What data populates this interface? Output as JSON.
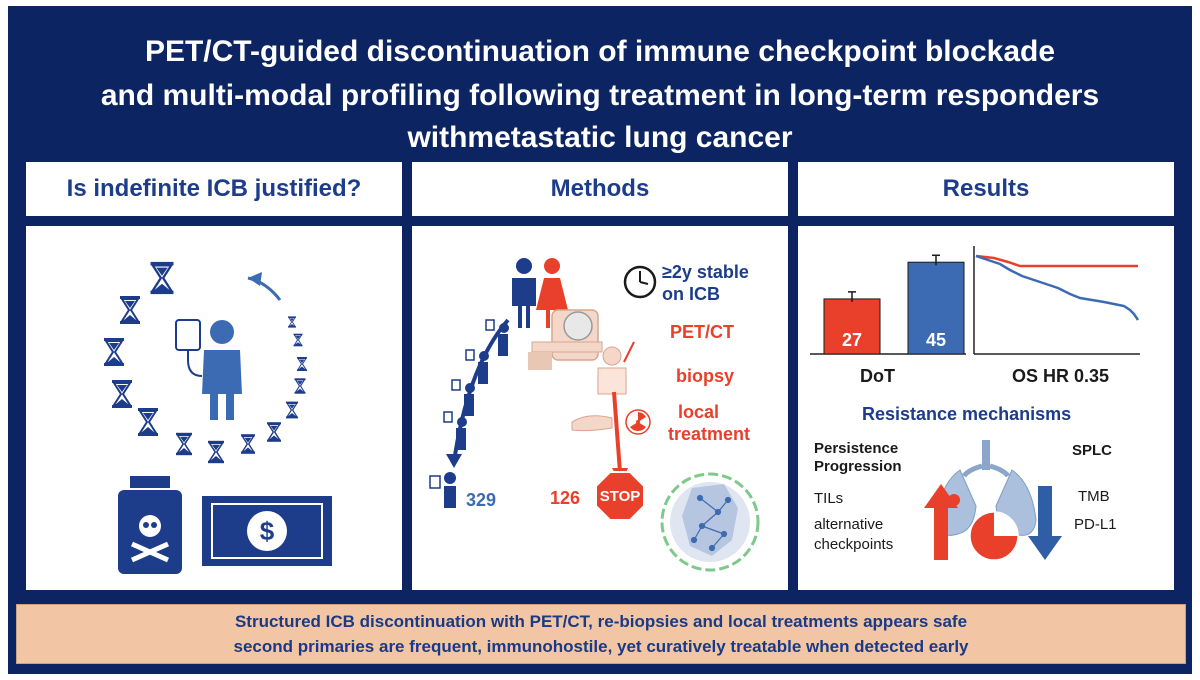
{
  "title": {
    "line1": "PET/CT-guided discontinuation of immune checkpoint blockade",
    "line2": "and multi-modal profiling following treatment in long-term responders",
    "line3": "withmetastatic lung cancer"
  },
  "panels": {
    "left": {
      "header": "Is indefinite ICB justified?"
    },
    "methods": {
      "header": "Methods",
      "stable_line1": "≥2y stable",
      "stable_line2": "on ICB",
      "step_petct": "PET/CT",
      "step_biopsy": "biopsy",
      "step_local1": "local",
      "step_local2": "treatment",
      "count_total": "329",
      "count_stop": "126",
      "stop_sign": "STOP"
    },
    "results": {
      "header": "Results",
      "dot_label": "DoT",
      "os_label": "OS HR 0.35",
      "resistance_title": "Resistance mechanisms",
      "persistence": "Persistence",
      "progression": "Progression",
      "tils": "TILs",
      "alternative": "alternative",
      "checkpoints": "checkpoints",
      "splc": "SPLC",
      "tmb": "TMB",
      "pdl1": "PD-L1"
    }
  },
  "chart_data": {
    "type": "bar",
    "categories": [
      "",
      ""
    ],
    "values": [
      27,
      45
    ],
    "xlabel": "DoT",
    "ylim": [
      0,
      50
    ],
    "colors": [
      "#e8402a",
      "#3d6bb3"
    ]
  },
  "footer": {
    "line1": "Structured ICB discontinuation with PET/CT, re-biopsies and local treatments appears safe",
    "line2": "second primaries are frequent, immunohostile, yet curatively treatable when detected early"
  },
  "colors": {
    "navy": "#0c2461",
    "red": "#e8402a",
    "blue": "#3d6bb3",
    "footer_bg": "#f2c6a4"
  }
}
